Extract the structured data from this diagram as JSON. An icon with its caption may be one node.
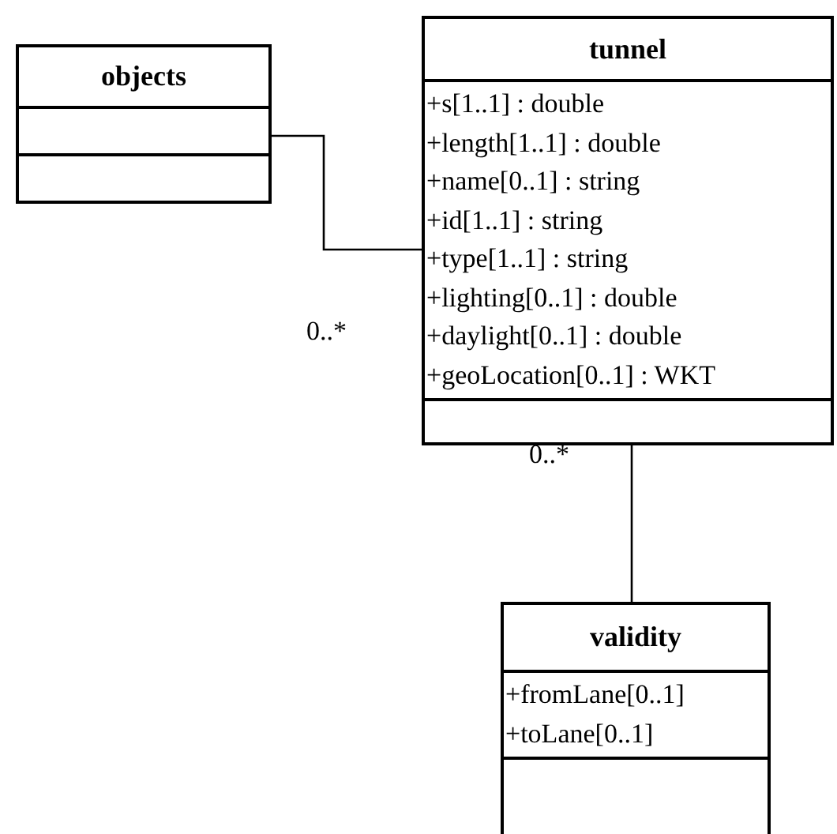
{
  "diagram": {
    "nodes": [
      {
        "text": [
          "objects"
        ]
      },
      {
        "text": [
          "tunnel",
          "+s[1..1] : double",
          "+length[1..1] : double",
          "+name[0..1] : string",
          "+id[1..1] : string",
          "+type[1..1] : string",
          "+lighting[0..1] : double",
          "+daylight[0..1] : double",
          "+geoLocation[0..1] : WKT"
        ]
      },
      {
        "text": [
          "validity",
          "+fromLane[0..1]",
          "+toLane[0..1]"
        ]
      }
    ],
    "edges": [
      {
        "from": 0,
        "to": 1,
        "arrow": "none",
        "label": "0..*"
      },
      {
        "from": 1,
        "to": 2,
        "arrow": "none",
        "label": "0..*"
      }
    ]
  }
}
